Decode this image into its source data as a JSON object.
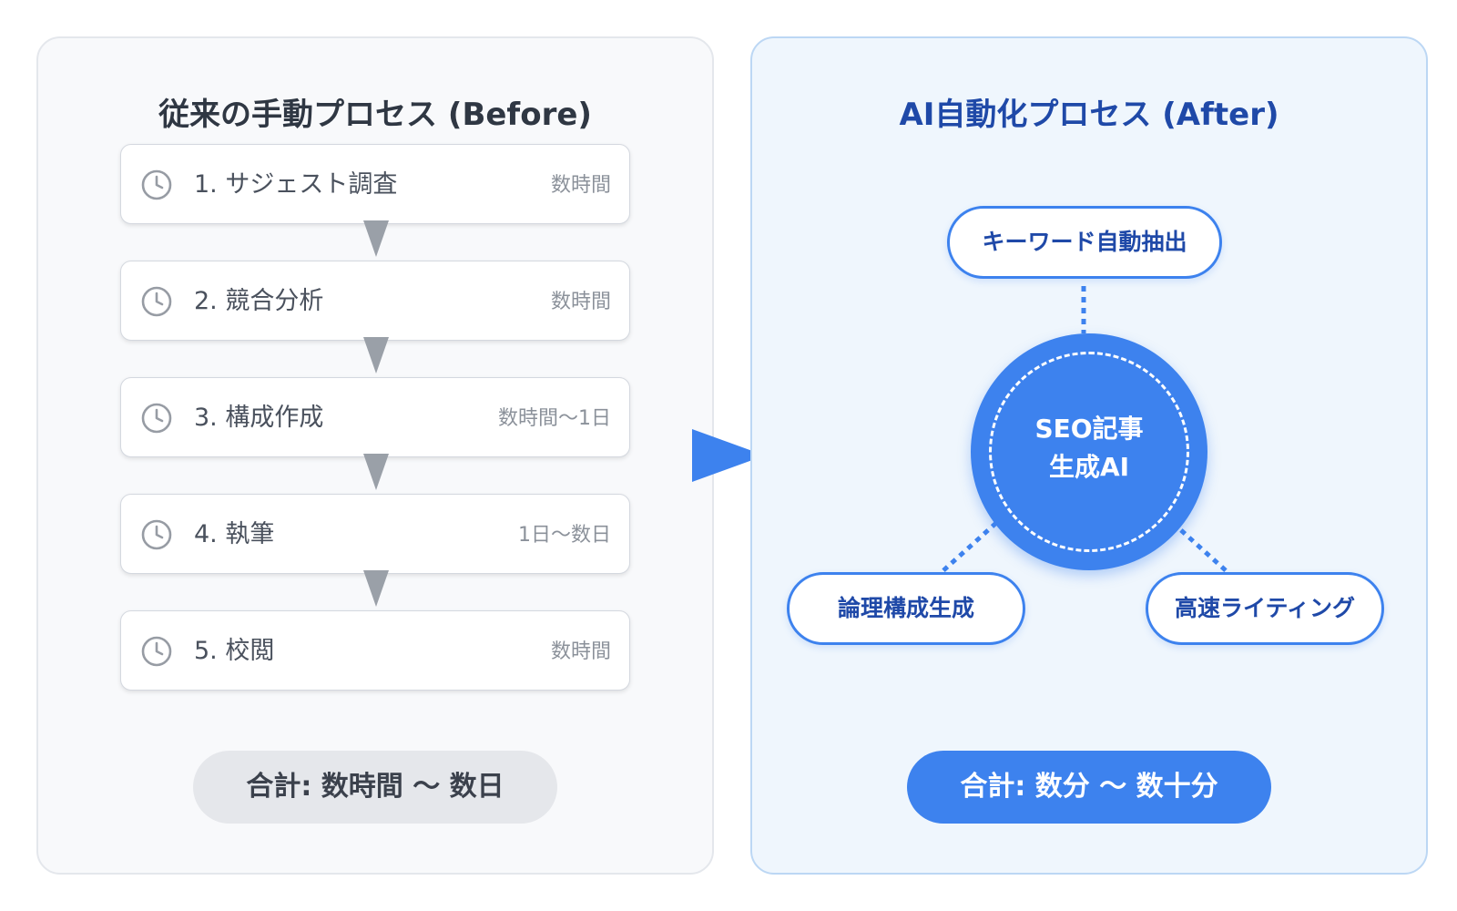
{
  "before": {
    "title": "従来の手動プロセス (Before)",
    "steps": [
      {
        "label": "1. サジェスト調査",
        "time": "数時間"
      },
      {
        "label": "2. 競合分析",
        "time": "数時間"
      },
      {
        "label": "3. 構成作成",
        "time": "数時間〜1日"
      },
      {
        "label": "4. 執筆",
        "time": "1日〜数日"
      },
      {
        "label": "5. 校閲",
        "time": "数時間"
      }
    ],
    "total": "合計: 数時間 〜 数日"
  },
  "after": {
    "title": "AI自動化プロセス (After)",
    "hub": {
      "line1": "SEO記事",
      "line2": "生成AI"
    },
    "nodes": {
      "top": "キーワード自動抽出",
      "left": "論理構成生成",
      "right": "高速ライティング"
    },
    "total": "合計: 数分 〜 数十分"
  },
  "colors": {
    "accent": "#3d82ee",
    "accent_dark": "#1f49a8",
    "step_arrow": "#9aa0a8"
  },
  "icons": {
    "step_icon": "clock-icon",
    "flow_arrow": "triangle-down-icon",
    "transition_arrow": "triangle-right-icon"
  }
}
